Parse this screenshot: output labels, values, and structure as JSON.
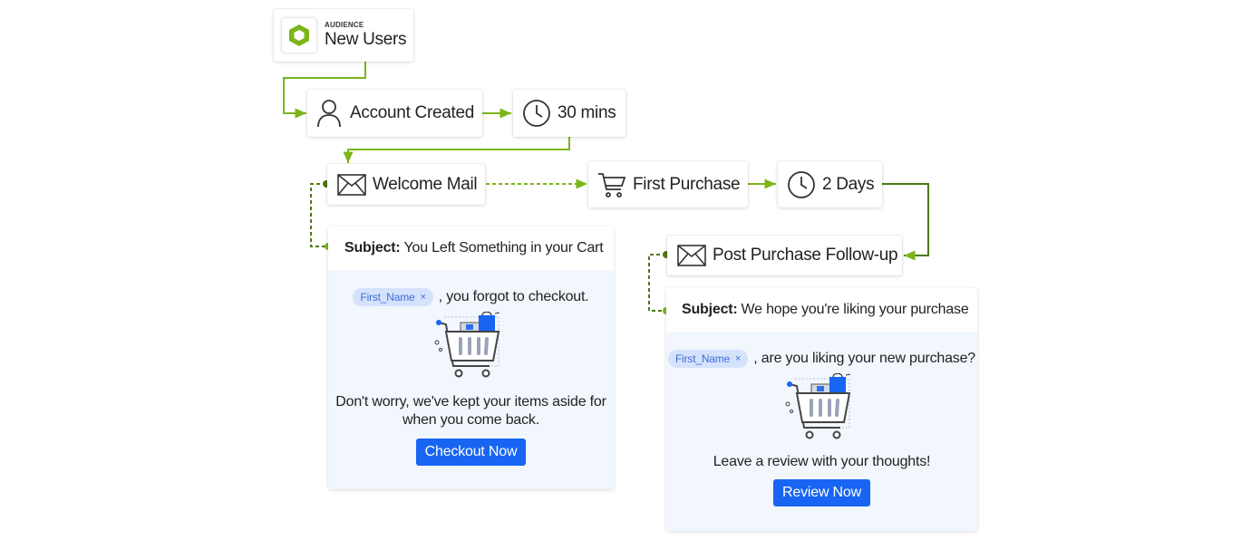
{
  "audience": {
    "tag": "AUDIENCE",
    "title": "New Users",
    "icon": "audience-hexagon-icon"
  },
  "nodes": {
    "account_created": {
      "label": "Account Created",
      "icon": "user-icon"
    },
    "wait_30": {
      "label": "30 mins",
      "icon": "clock-icon"
    },
    "welcome_mail": {
      "label": "Welcome Mail",
      "icon": "mail-icon"
    },
    "first_purchase": {
      "label": "First Purchase",
      "icon": "cart-icon"
    },
    "wait_2days": {
      "label": "2 Days",
      "icon": "clock-icon"
    },
    "post_purchase": {
      "label": "Post Purchase Follow-up",
      "icon": "mail-icon"
    }
  },
  "email1": {
    "subject_label": "Subject:",
    "subject": "You Left Something in your Cart",
    "token": "First_Name",
    "token_remove": "×",
    "line": ", you forgot to checkout.",
    "body": "Don't worry, we've kept your items aside for when you come back.",
    "button": "Checkout Now"
  },
  "email2": {
    "subject_label": "Subject:",
    "subject": "We hope you're liking your purchase",
    "token": "First_Name",
    "token_remove": "×",
    "line": ", are you liking your new purchase?",
    "body": "Leave a review with your thoughts!",
    "button": "Review Now"
  },
  "colors": {
    "connector": "#7cb518",
    "connector_dark": "#4d7a0f",
    "button": "#1765f2",
    "card_bg": "#f2f6fd",
    "chip_bg": "#d5e2fb",
    "chip_text": "#3f6ed8"
  }
}
